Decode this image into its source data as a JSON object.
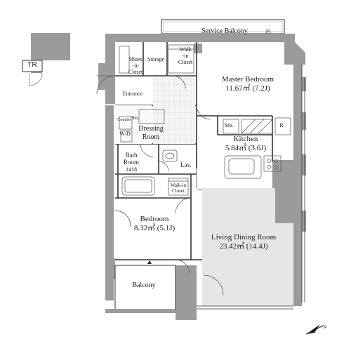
{
  "rooms": {
    "service_balcony": "Service Balcony",
    "tr": "TR",
    "shoes_closet": [
      "Shoes",
      "-in",
      "Closet"
    ],
    "storage": "Storage",
    "walk_in_closet_top": [
      "Walk",
      "-in",
      "Closet"
    ],
    "master_bedroom": {
      "name": "Master Bedroom",
      "area": "11.67㎡ (7.2J)"
    },
    "entrance": "Entrance",
    "counter": "Counter",
    "sto_small": "Sto.",
    "wd": "W/D",
    "dressing_room": [
      "Dressing",
      "Room"
    ],
    "sto_kitchen": "Sto.",
    "refrigerator": "R",
    "kitchen": {
      "name": "Kitchen",
      "area": "5.84㎡ (3.6J)"
    },
    "bath_room": [
      "Bath",
      "Room",
      "1418"
    ],
    "lav": "Lav.",
    "walk_in_closet_bottom": [
      "Walk-in",
      "Closet"
    ],
    "bedroom": {
      "name": "Bedroom",
      "area": "8.32㎡ (5.1J)"
    },
    "living_dining": {
      "name": "Living Dining Room",
      "area": "23.42㎡ (14.4J)"
    },
    "balcony": "Balcony"
  },
  "compass": {
    "label": "N"
  },
  "colors": {
    "wall": "#9b9b9b",
    "wall_dark": "#6f6f6f",
    "floor_tile": "#f1f1f1",
    "living_shade": "#e6e6e6",
    "line": "#333333"
  }
}
